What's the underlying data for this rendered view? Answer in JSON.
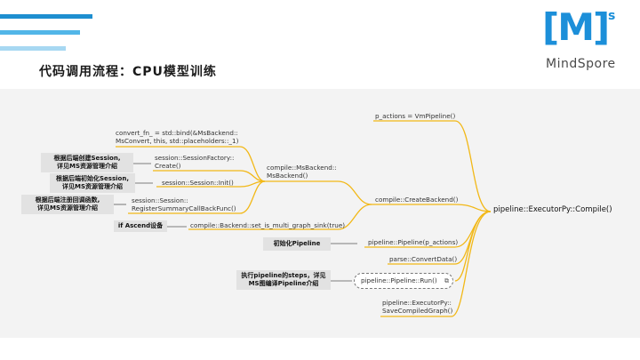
{
  "header": {
    "title": "代码调用流程：CPU模型训练",
    "colors": {
      "bar1": "#1e8fd0",
      "bar2": "#52b6e8",
      "bar3": "#a7d8f2"
    }
  },
  "logo": {
    "mark": "[M]",
    "sup": "s",
    "text": "MindSpore"
  },
  "diagram": {
    "root": "pipeline::ExecutorPy::Compile()",
    "nodes": {
      "p_actions": "p_actions = VmPipeline()",
      "compile_msbackend_1": "compile::MsBackend::",
      "compile_msbackend_2": "MsBackend()",
      "convert_fn_1": "convert_fn_ = std::bind(&MsBackend::",
      "convert_fn_2": "MsConvert, this, std::placeholders::_1)",
      "factory_1": "session::SessionFactory::",
      "factory_2": "Create()",
      "init": "session::Session::Init()",
      "register_1": "session::Session::",
      "register_2": "RegisterSummaryCallBackFunc()",
      "create_backend": "compile::CreateBackend()",
      "multi_graph": "compile::Backend::set_is_multi_graph_sink(true)",
      "pipeline_ctor": "pipeline::Pipeline(p_actions)",
      "convert_data": "parse::ConvertData()",
      "pipeline_run": "pipeline::Pipeline::Run()",
      "save_graph_1": "pipeline::ExecutorPy::",
      "save_graph_2": "SaveCompiledGraph()"
    },
    "notes": {
      "create_session_1": "根据后端创建Session,",
      "create_session_2": "详见MS资源管理介绍",
      "init_session_1": "根据后端初始化Session,",
      "init_session_2": "详见MS资源管理介绍",
      "register_cb_1": "根据后端注册回调函数,",
      "register_cb_2": "详见MS资源管理介绍",
      "ascend": "if Ascend设备",
      "init_pipeline": "初始化Pipeline",
      "run_steps_1": "执行pipeline的steps，详见",
      "run_steps_2": "MS图编译Pipeline介绍"
    },
    "colors": {
      "edge": "#f2b817",
      "note_bg": "#e2e2e2"
    }
  }
}
